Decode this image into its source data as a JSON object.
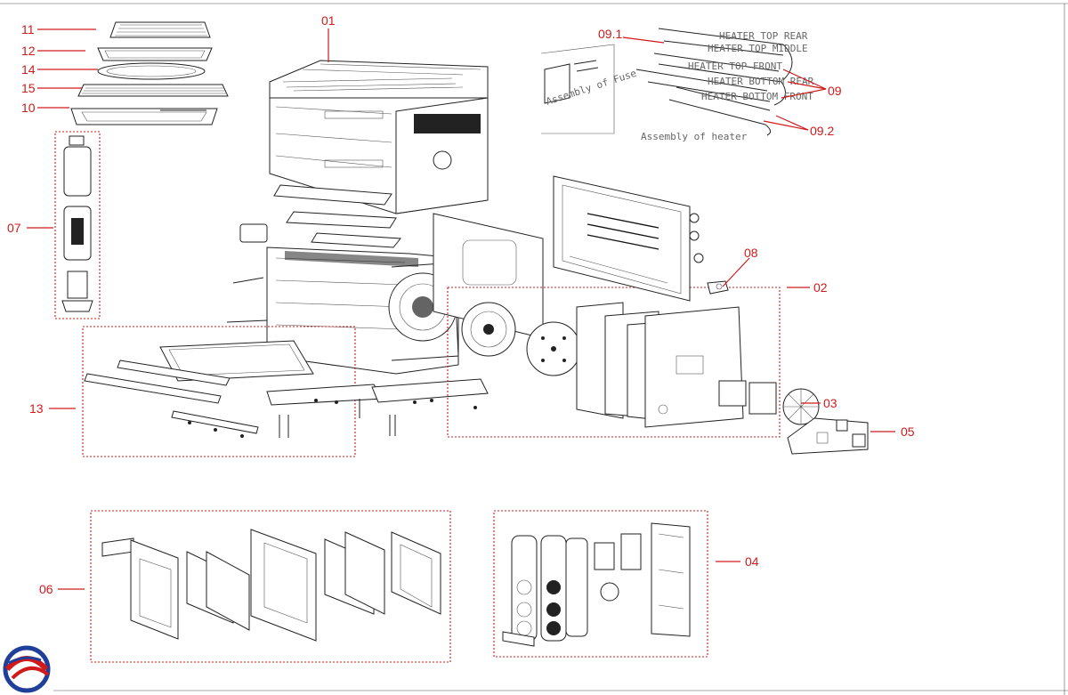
{
  "callouts": [
    {
      "id": "01",
      "text": "01"
    },
    {
      "id": "02",
      "text": "02"
    },
    {
      "id": "03",
      "text": "03"
    },
    {
      "id": "04",
      "text": "04"
    },
    {
      "id": "05",
      "text": "05"
    },
    {
      "id": "06",
      "text": "06"
    },
    {
      "id": "07",
      "text": "07"
    },
    {
      "id": "08",
      "text": "08"
    },
    {
      "id": "09",
      "text": "09"
    },
    {
      "id": "09_1",
      "text": "09.1"
    },
    {
      "id": "09_2",
      "text": "09.2"
    },
    {
      "id": "10",
      "text": "10"
    },
    {
      "id": "11",
      "text": "11"
    },
    {
      "id": "12",
      "text": "12"
    },
    {
      "id": "13",
      "text": "13"
    },
    {
      "id": "14",
      "text": "14"
    },
    {
      "id": "15",
      "text": "15"
    }
  ],
  "notes": {
    "fuse": "Assembly of Fuse",
    "heater": "Assembly of heater"
  },
  "heater_tags": [
    "HEATER TOP REAR",
    "HEATER TOP MIDDLE",
    "HEATER TOP FRONT",
    "HEATER BOTTOM REAR",
    "HEATER BOTTOM FRONT"
  ],
  "colors": {
    "callout": "#d11a1a",
    "line": "#222222",
    "logo_blue": "#1f3f9a",
    "logo_red": "#d11a1a"
  }
}
